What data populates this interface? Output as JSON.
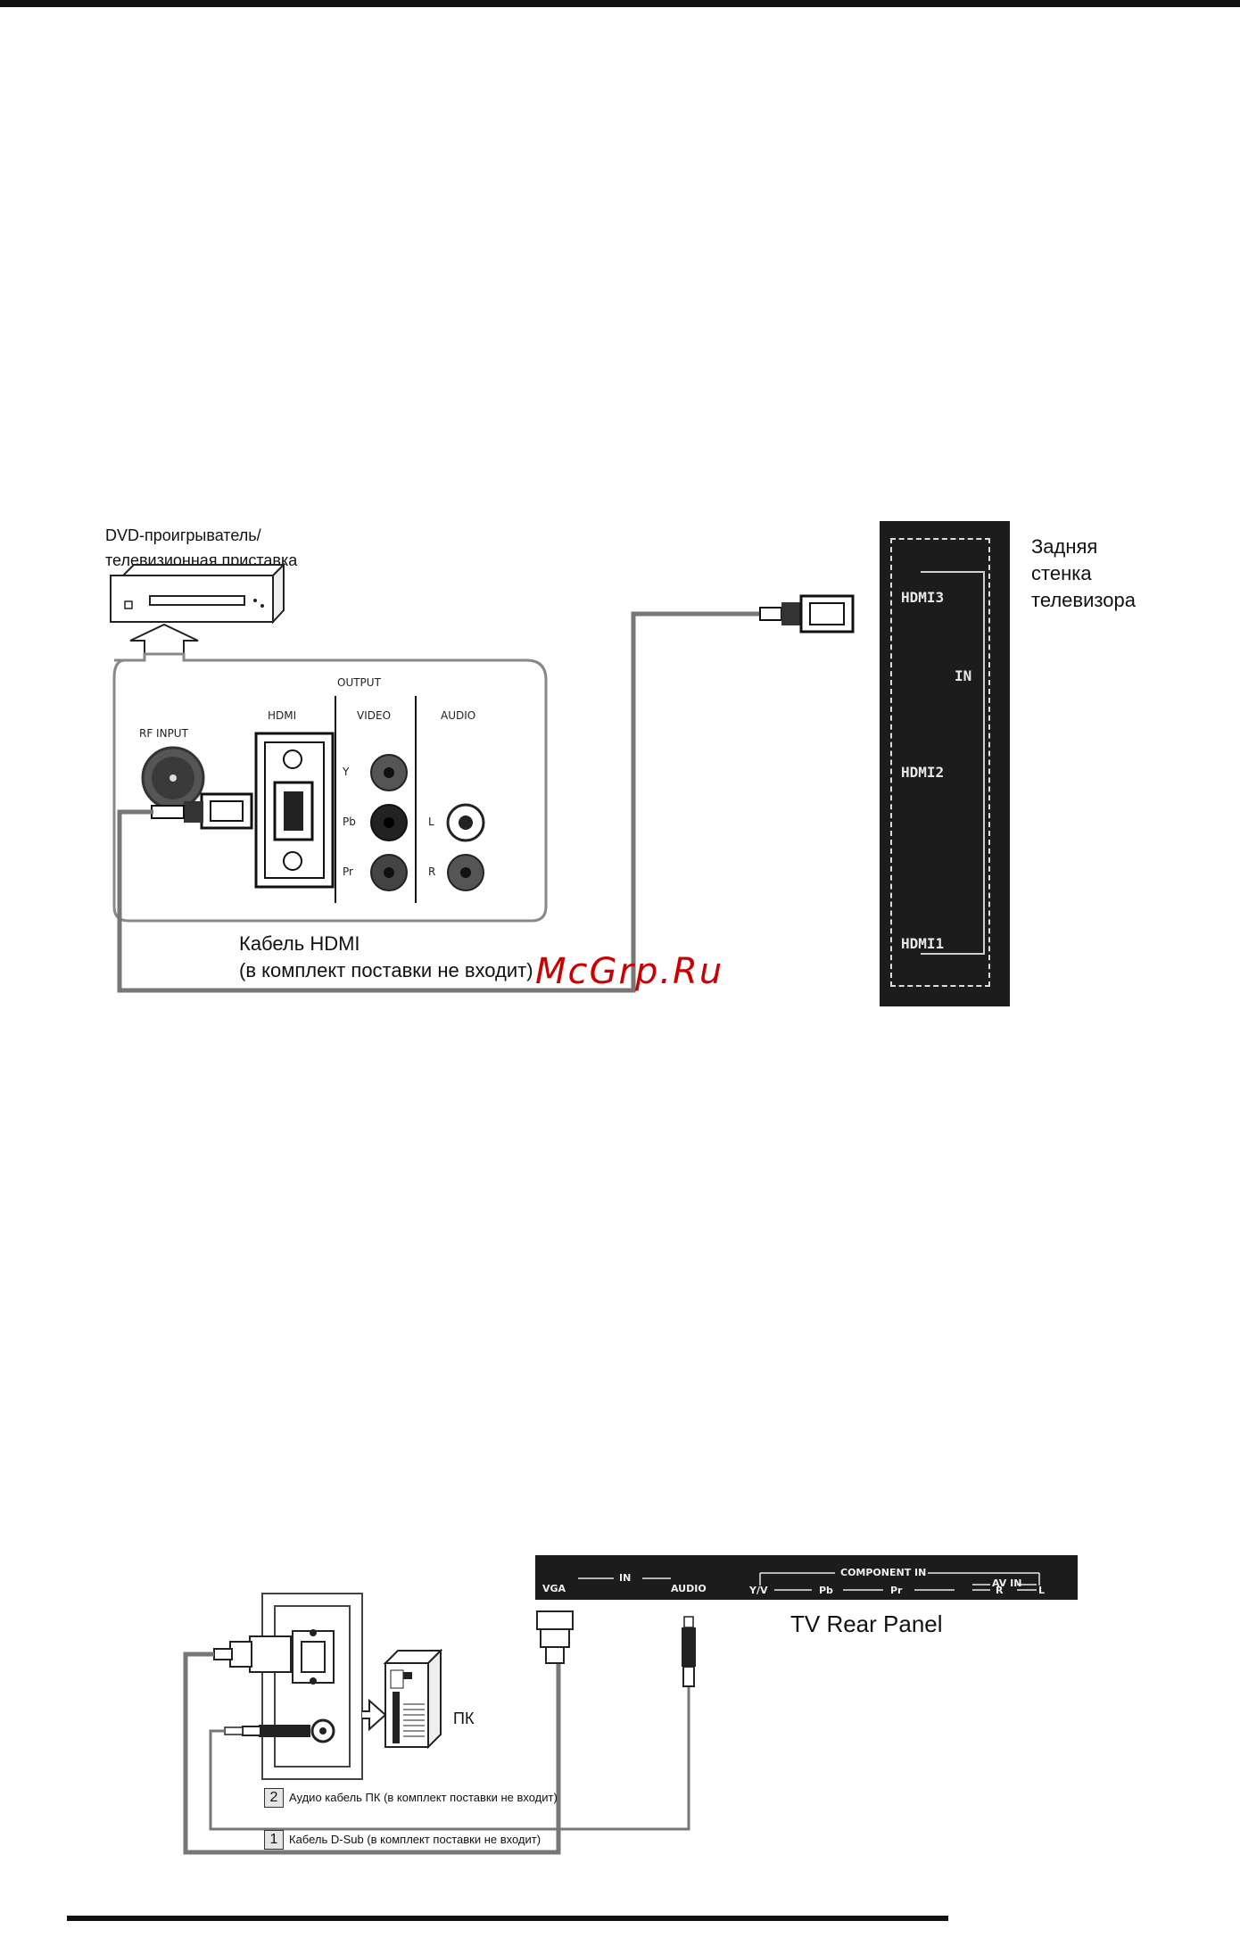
{
  "hdmi_diagram": {
    "device_label": "DVD-проигрыватель/\nтелевизионная приставка",
    "tv_label": "Задняя\nстенка\nтелевизора",
    "cable_label": "Кабель HDMI\n(в комплект поставки не входит)",
    "device_panel": {
      "output": "OUTPUT",
      "rf_input": "RF INPUT",
      "hdmi": "HDMI",
      "video": "VIDEO",
      "audio": "AUDIO",
      "y": "Y",
      "pb": "Pb",
      "pr": "Pr",
      "l": "L",
      "r": "R"
    },
    "tv_panel": {
      "hdmi3": "HDMI3",
      "hdmi2": "HDMI2",
      "hdmi1": "HDMI1",
      "in": "IN"
    }
  },
  "watermark": "McGrp.Ru",
  "pc_diagram": {
    "rear_panel_title": "TV Rear Panel",
    "pc_label": "ПК",
    "rear_panel": {
      "vga": "VGA",
      "in": "IN",
      "audio": "AUDIO",
      "component_in": "COMPONENT IN",
      "av_in": "AV IN",
      "yv": "Y/V",
      "pb": "Pb",
      "pr": "Pr",
      "r": "R",
      "l": "L"
    },
    "cables": [
      {
        "number": "2",
        "label": "Аудио кабель ПК (в комплект поставки не входит)"
      },
      {
        "number": "1",
        "label": "Кабель D-Sub (в комплект поставки не входит)"
      }
    ]
  }
}
